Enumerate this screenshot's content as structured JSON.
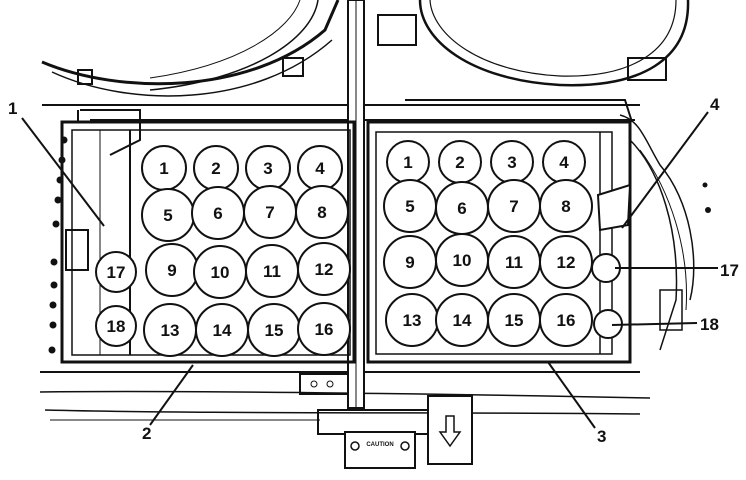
{
  "left_rack": {
    "rounds": [
      "1",
      "2",
      "3",
      "4",
      "5",
      "6",
      "7",
      "8",
      "9",
      "10",
      "11",
      "12",
      "13",
      "14",
      "15",
      "16",
      "17",
      "18"
    ]
  },
  "right_rack": {
    "rounds": [
      "1",
      "2",
      "3",
      "4",
      "5",
      "6",
      "7",
      "8",
      "9",
      "10",
      "11",
      "12",
      "13",
      "14",
      "15",
      "16",
      "17",
      "18"
    ]
  },
  "callouts": {
    "c1": "1",
    "c2": "2",
    "c3": "3",
    "c4": "4",
    "c17": "17",
    "c18": "18"
  },
  "caution_plate": "CAUTION"
}
